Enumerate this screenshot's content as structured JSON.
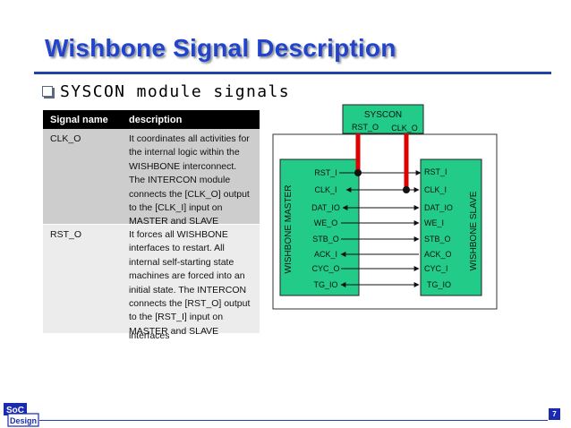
{
  "slide": {
    "title": "Wishbone Signal Description",
    "subtitle": "SYSCON module signals",
    "page_number": "7"
  },
  "table": {
    "headers": [
      "Signal name",
      "description"
    ],
    "rows": [
      {
        "name": "CLK_O",
        "lines": [
          "It coordinates all activities for",
          "the internal logic within the",
          "WISHBONE interconnect.",
          "The INTERCON module",
          "connects the [CLK_O] output",
          "to the [CLK_I] input on",
          "MASTER and SLAVE"
        ]
      },
      {
        "name": "RST_O",
        "lines": [
          "It forces all WISHBONE",
          "interfaces to restart. All",
          "internal self-starting state",
          "machines are forced into an",
          "initial state. The INTERCON",
          "connects the [RST_O] output",
          "to the [RST_I] input on",
          "MASTER and SLAVE"
        ]
      }
    ],
    "overflow_text": "interfaces"
  },
  "diagram": {
    "syscon": {
      "title": "SYSCON",
      "rst_label": "RST_O",
      "clk_label": "CLK_O"
    },
    "master": {
      "title": "WISHBONE MASTER",
      "signals": [
        "RST_I",
        "CLK_I",
        "DAT_IO",
        "WE_O",
        "STB_O",
        "ACK_I",
        "CYC_O",
        "TG_IO"
      ]
    },
    "slave": {
      "title": "WISHBONE SLAVE",
      "signals": [
        "RST_I",
        "CLK_I",
        "DAT_IO",
        "WE_I",
        "STB_O",
        "ACK_O",
        "CYC_I",
        "TG_IO"
      ]
    },
    "colors": {
      "box_fill": "#22cc88",
      "red_wire": "#dd0000",
      "title_blue": "#2244cc"
    }
  },
  "logo": {
    "line1": "SoC",
    "line2": "Design"
  }
}
